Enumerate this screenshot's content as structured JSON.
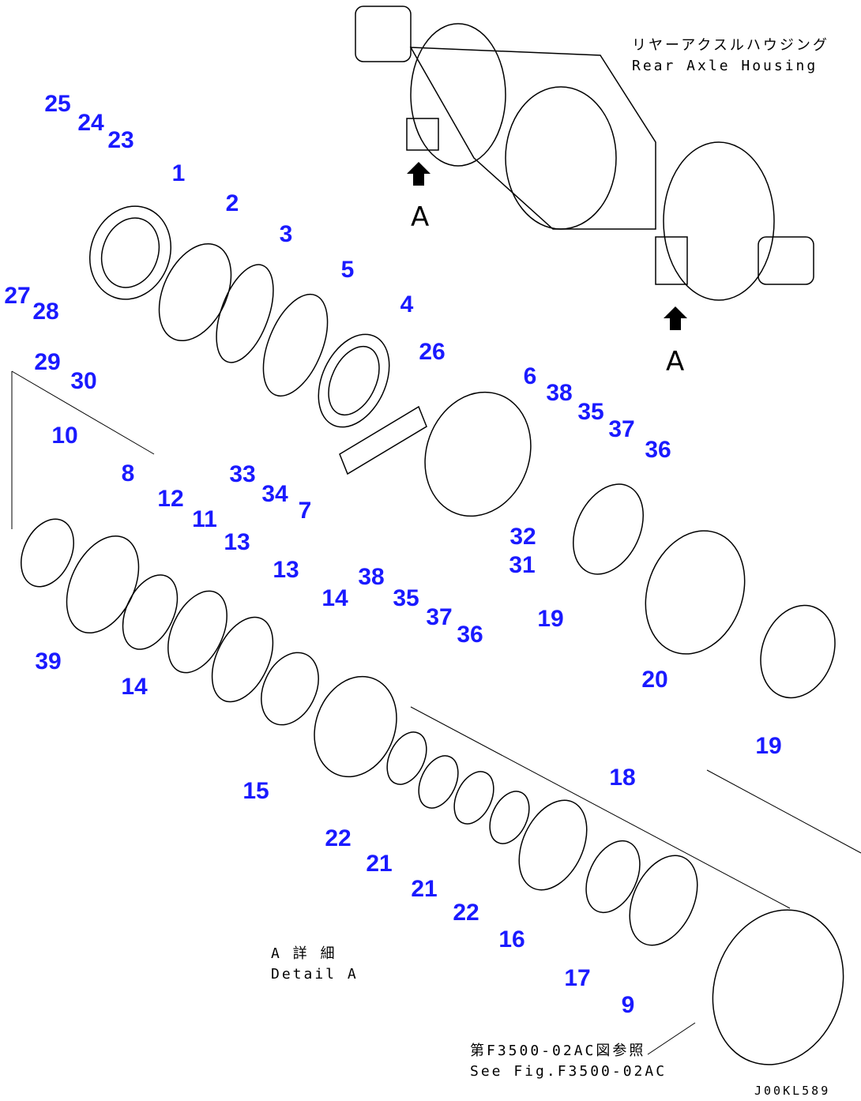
{
  "housing_label": {
    "jp": "リヤーアクスルハウジング",
    "en": "Rear Axle Housing"
  },
  "detail_label": {
    "jp": "A 詳 細",
    "en": "Detail A"
  },
  "reference_label": {
    "jp": "第F3500-02AC図参照",
    "en": "See Fig.F3500-02AC"
  },
  "figure_code": "J00KL589",
  "view_marker": "A",
  "part_labels": [
    "25",
    "24",
    "23",
    "1",
    "2",
    "3",
    "5",
    "4",
    "27",
    "28",
    "26",
    "29",
    "30",
    "6",
    "38",
    "35",
    "37",
    "36",
    "10",
    "8",
    "33",
    "34",
    "7",
    "12",
    "11",
    "13",
    "13",
    "32",
    "31",
    "38",
    "14",
    "35",
    "37",
    "36",
    "19",
    "39",
    "14",
    "20",
    "19",
    "15",
    "18",
    "22",
    "21",
    "21",
    "22",
    "16",
    "17",
    "9"
  ]
}
